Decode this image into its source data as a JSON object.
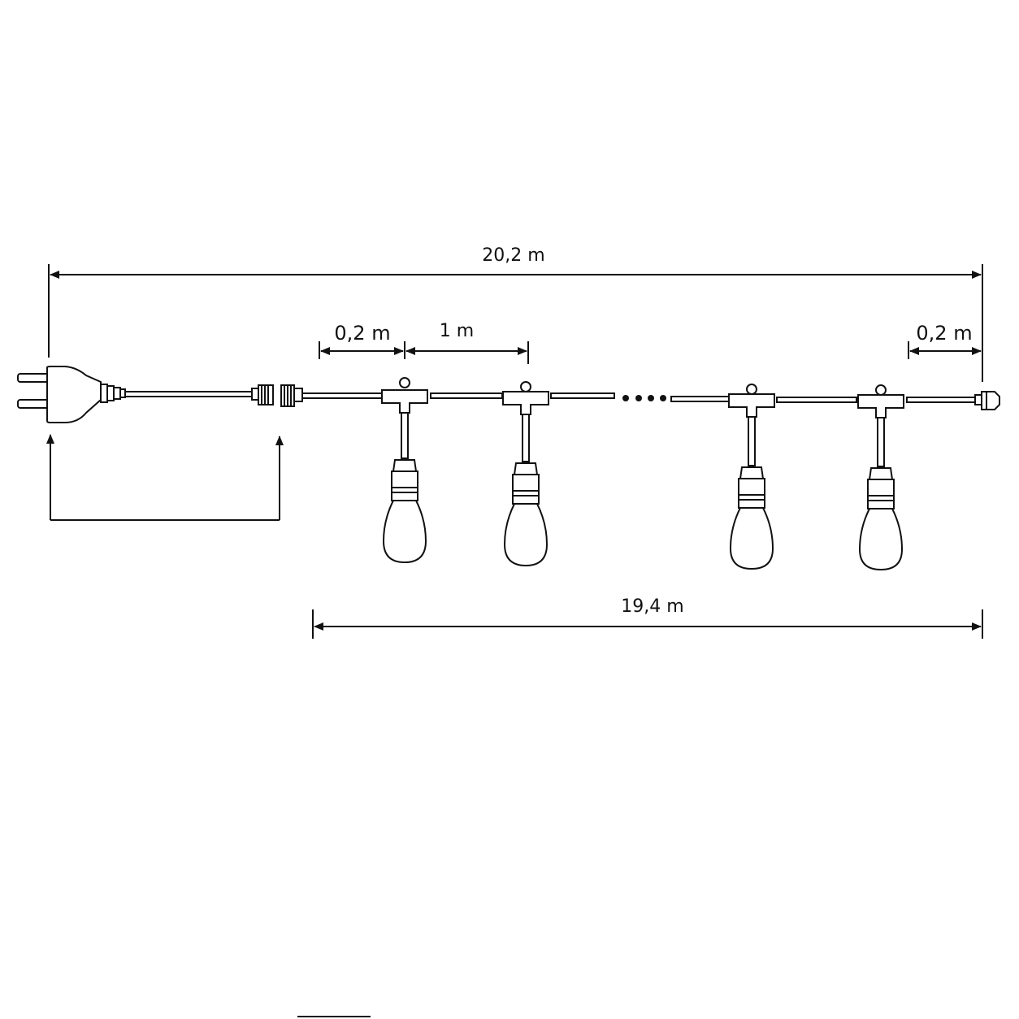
{
  "dimensions": {
    "total_length": "20,2 m",
    "lead_to_first_socket": "0,2 m",
    "socket_spacing": "1 m",
    "end_lead": "0,2 m",
    "lit_length": "19,4 m"
  },
  "colors": {
    "line": "#111111",
    "background": "#ffffff"
  }
}
